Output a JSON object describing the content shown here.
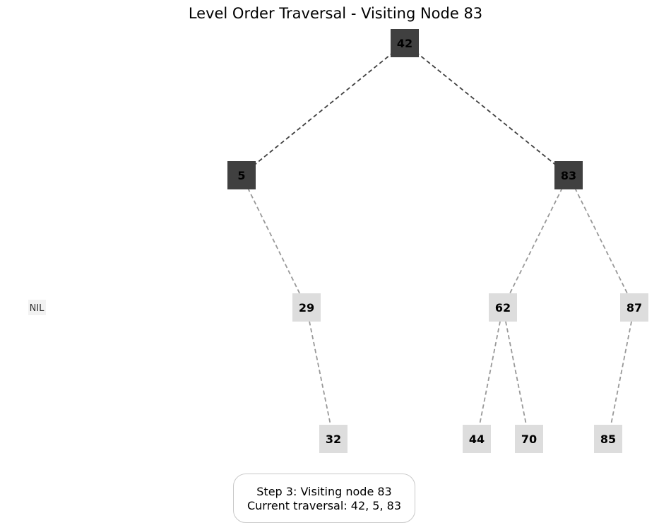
{
  "title": "Level Order Traversal - Visiting Node 83",
  "nil_label": "NIL",
  "nodes": [
    {
      "id": "n42",
      "label": "42",
      "state": "visited"
    },
    {
      "id": "n5",
      "label": "5",
      "state": "visited"
    },
    {
      "id": "n83",
      "label": "83",
      "state": "visited"
    },
    {
      "id": "n29",
      "label": "29",
      "state": "unvisited"
    },
    {
      "id": "n62",
      "label": "62",
      "state": "unvisited"
    },
    {
      "id": "n87",
      "label": "87",
      "state": "unvisited"
    },
    {
      "id": "n32",
      "label": "32",
      "state": "unvisited"
    },
    {
      "id": "n44",
      "label": "44",
      "state": "unvisited"
    },
    {
      "id": "n70",
      "label": "70",
      "state": "unvisited"
    },
    {
      "id": "n85",
      "label": "85",
      "state": "unvisited"
    }
  ],
  "edges": [
    {
      "from": "n42",
      "to": "n5",
      "state": "traversed"
    },
    {
      "from": "n42",
      "to": "n83",
      "state": "traversed"
    },
    {
      "from": "n5",
      "to": "n29",
      "state": "pending"
    },
    {
      "from": "n83",
      "to": "n62",
      "state": "pending"
    },
    {
      "from": "n83",
      "to": "n87",
      "state": "pending"
    },
    {
      "from": "n29",
      "to": "n32",
      "state": "pending"
    },
    {
      "from": "n62",
      "to": "n44",
      "state": "pending"
    },
    {
      "from": "n62",
      "to": "n70",
      "state": "pending"
    },
    {
      "from": "n87",
      "to": "n85",
      "state": "pending"
    }
  ],
  "colors": {
    "visited_fill": "#404040",
    "visited_text": "#000000",
    "unvisited_fill": "#dddddd",
    "unvisited_text": "#000000",
    "traversed_edge": "#404040",
    "pending_edge": "#999999",
    "nil_fill": "#f2f2f2"
  },
  "status": {
    "step_line": "Step 3: Visiting node 83",
    "traversal_line": "Current traversal: 42, 5, 83"
  }
}
